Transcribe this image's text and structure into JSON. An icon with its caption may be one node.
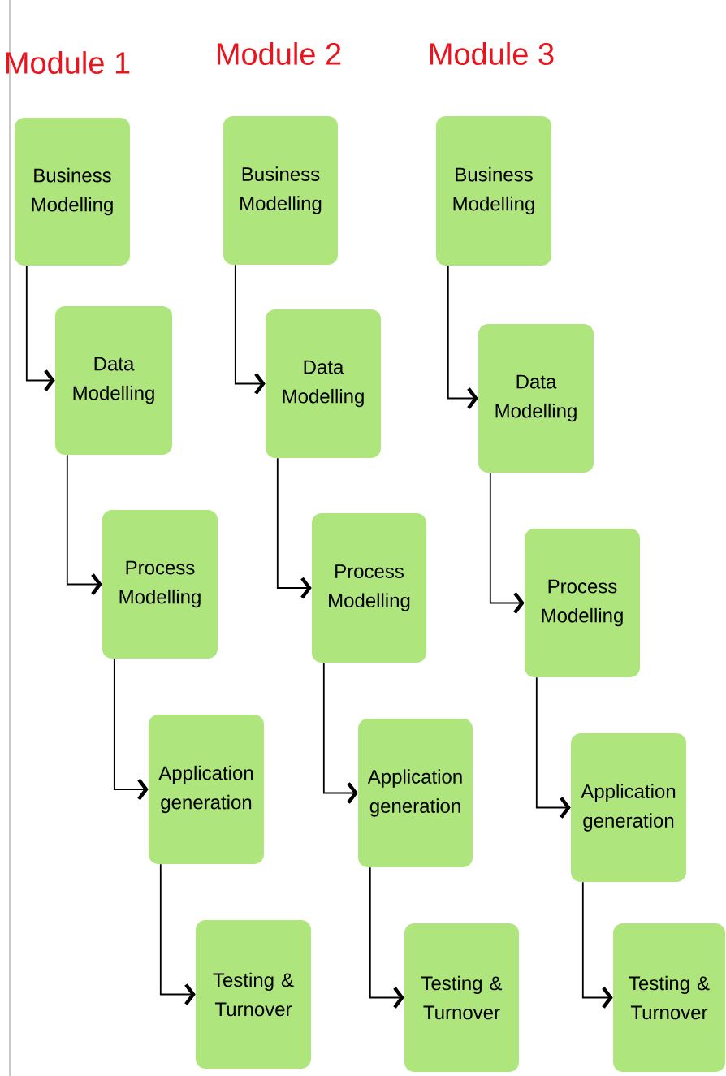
{
  "diagram": {
    "nodes": [
      {
        "text": [
          "Business Modelling"
        ]
      },
      {
        "text": [
          "Data Modelling"
        ]
      },
      {
        "text": [
          "Process Modelling"
        ]
      },
      {
        "text": [
          "Application generation"
        ]
      },
      {
        "text": [
          "Testing & Turnover"
        ]
      },
      {
        "text": [
          "Business Modelling"
        ]
      },
      {
        "text": [
          "Data Modelling"
        ]
      },
      {
        "text": [
          "Process Modelling"
        ]
      },
      {
        "text": [
          "Application generation"
        ]
      },
      {
        "text": [
          "Testing & Turnover"
        ]
      },
      {
        "text": [
          "Business Modelling"
        ]
      },
      {
        "text": [
          "Data Modelling"
        ]
      },
      {
        "text": [
          "Process Modelling"
        ]
      },
      {
        "text": [
          "Application generation"
        ]
      },
      {
        "text": [
          "Testing & Turnover"
        ]
      }
    ],
    "edges": [
      {
        "from": 0,
        "to": 1,
        "arrow": "to"
      },
      {
        "from": 1,
        "to": 2,
        "arrow": "to"
      },
      {
        "from": 2,
        "to": 3,
        "arrow": "to"
      },
      {
        "from": 3,
        "to": 4,
        "arrow": "to"
      },
      {
        "from": 5,
        "to": 6,
        "arrow": "to"
      },
      {
        "from": 6,
        "to": 7,
        "arrow": "to"
      },
      {
        "from": 7,
        "to": 8,
        "arrow": "to"
      },
      {
        "from": 8,
        "to": 9,
        "arrow": "to"
      },
      {
        "from": 10,
        "to": 11,
        "arrow": "to"
      },
      {
        "from": 11,
        "to": 12,
        "arrow": "to"
      },
      {
        "from": 12,
        "to": 13,
        "arrow": "to"
      },
      {
        "from": 13,
        "to": 14,
        "arrow": "to"
      }
    ],
    "labels": [
      "Module 1",
      "Module 2",
      "Module 3"
    ]
  }
}
